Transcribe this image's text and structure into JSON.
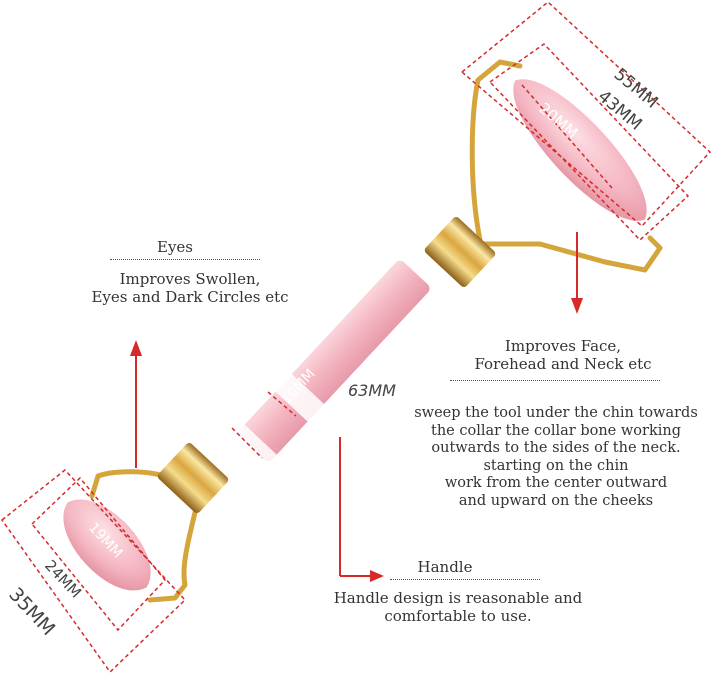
{
  "dimensions": {
    "large_roller_outer": "55MM",
    "large_roller_inner": "43MM",
    "large_roller_diameter": "20MM",
    "handle_diameter": "10MM",
    "handle_length": "63MM",
    "small_roller_diameter": "19MM",
    "small_roller_inner": "24MM",
    "small_roller_outer": "35MM"
  },
  "callouts": {
    "eyes": {
      "title": "Eyes",
      "lines": [
        "Improves Swollen,",
        "Eyes and Dark Circles etc"
      ]
    },
    "face": {
      "lines": [
        "Improves Face,",
        "Forehead and Neck etc"
      ]
    },
    "instructions": {
      "lines": [
        "sweep the tool under the chin towards",
        "the collar the collar bone working",
        "outwards to the sides of the neck.",
        "starting on the chin",
        "work from the center outward",
        "and upward on the cheeks"
      ]
    },
    "handle": {
      "title": "Handle",
      "lines": [
        "Handle design is reasonable and",
        "comfortable to use."
      ]
    }
  },
  "colors": {
    "dimension_lines": "#d62a2a",
    "rose_quartz": "#f4b8c3",
    "gold": "#d4a53a",
    "text": "#333333"
  }
}
